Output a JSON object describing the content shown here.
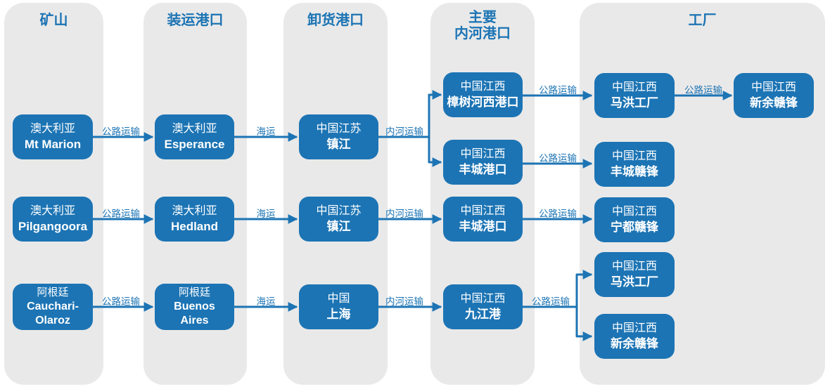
{
  "colors": {
    "accent": "#1c74b4",
    "column_bg": "#e9e9e9",
    "node_text": "#ffffff",
    "background": "#ffffff"
  },
  "columns": [
    {
      "label": "矿山"
    },
    {
      "label": "装运港口"
    },
    {
      "label": "卸货港口"
    },
    {
      "label_line1": "主要",
      "label_line2": "内河港口"
    },
    {
      "label": "工厂"
    }
  ],
  "nodes": [
    {
      "line1": "澳大利亚",
      "line2": "Mt Marion"
    },
    {
      "line1": "澳大利亚",
      "line2": "Esperance"
    },
    {
      "line1": "中国江苏",
      "line2": "镇江"
    },
    {
      "line1": "中国江西",
      "line2": "樟树河西港口"
    },
    {
      "line1": "中国江西",
      "line2": "丰城港口"
    },
    {
      "line1": "中国江西",
      "line2": "马洪工厂"
    },
    {
      "line1": "中国江西",
      "line2": "新余赣锋"
    },
    {
      "line1": "中国江西",
      "line2": "丰城赣锋"
    },
    {
      "line1": "澳大利亚",
      "line2": "Pilgangoora"
    },
    {
      "line1": "澳大利亚",
      "line2": "Hedland"
    },
    {
      "line1": "中国江苏",
      "line2": "镇江"
    },
    {
      "line1": "中国江西",
      "line2": "丰城港口"
    },
    {
      "line1": "中国江西",
      "line2": "宁都赣锋"
    },
    {
      "line1": "阿根廷",
      "line2": "Cauchari-",
      "line3": "Olaroz"
    },
    {
      "line1": "阿根廷",
      "line2": "Buenos",
      "line3": "Aires"
    },
    {
      "line1": "中国",
      "line2": "上海"
    },
    {
      "line1": "中国江西",
      "line2": "九江港"
    },
    {
      "line1": "中国江西",
      "line2": "马洪工厂"
    },
    {
      "line1": "中国江西",
      "line2": "新余赣锋"
    }
  ],
  "transport_labels": [
    {
      "text": "公路运输"
    },
    {
      "text": "海运"
    },
    {
      "text": "内河运输"
    },
    {
      "text": "公路运输"
    },
    {
      "text": "公路运输"
    },
    {
      "text": "公路运输"
    },
    {
      "text": "公路运输"
    },
    {
      "text": "海运"
    },
    {
      "text": "内河运输"
    },
    {
      "text": "公路运输"
    },
    {
      "text": "公路运输"
    },
    {
      "text": "海运"
    },
    {
      "text": "内河运输"
    },
    {
      "text": "公路运输"
    }
  ]
}
